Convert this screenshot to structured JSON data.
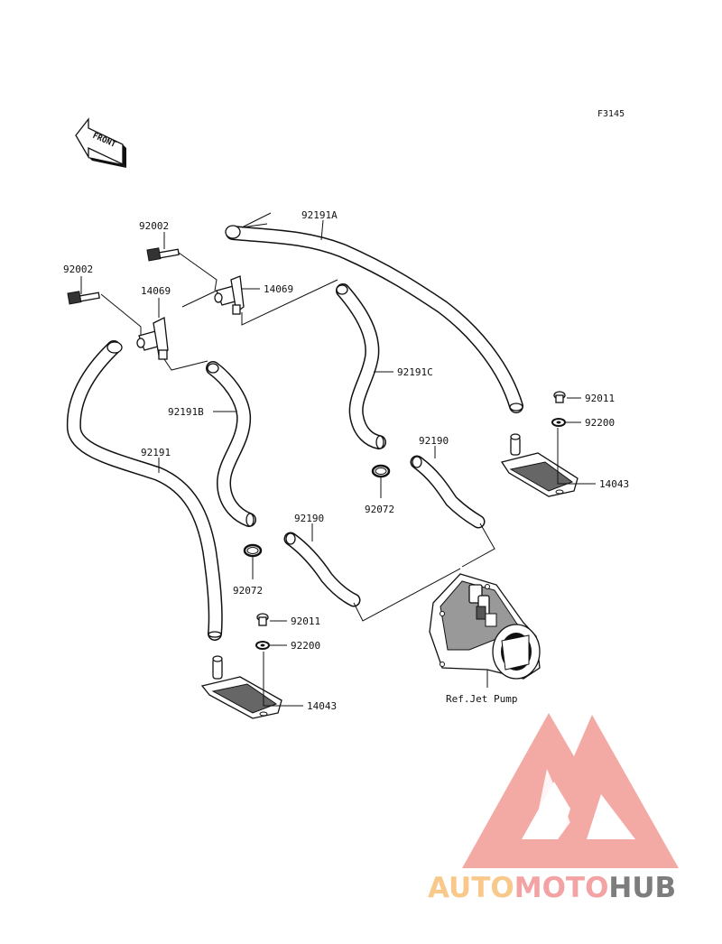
{
  "diagram_code": "F3145",
  "front_label": "FRONT",
  "parts": {
    "p92191A": "92191A",
    "p92191C": "92191C",
    "p92191B": "92191B",
    "p92191": "92191",
    "p92190_upper": "92190",
    "p92190_lower": "92190",
    "p92002_upper": "92002",
    "p92002_left": "92002",
    "p14069_right": "14069",
    "p14069_left": "14069",
    "p92072_right": "92072",
    "p92072_left": "92072",
    "p92011_right": "92011",
    "p92200_right": "92200",
    "p14043_right": "14043",
    "p92011_left": "92011",
    "p92200_left": "92200",
    "p14043_left": "14043",
    "ref_jet_pump": "Ref.Jet Pump"
  },
  "watermark": {
    "text_part1": "AUTO",
    "text_part2": "MOTO",
    "text_part3": "HUB",
    "color_part1": "#f8c98a",
    "color_part2": "#f3a3a3",
    "color_part3": "#7d7d7d",
    "logo_color": "#f4a6a0"
  }
}
